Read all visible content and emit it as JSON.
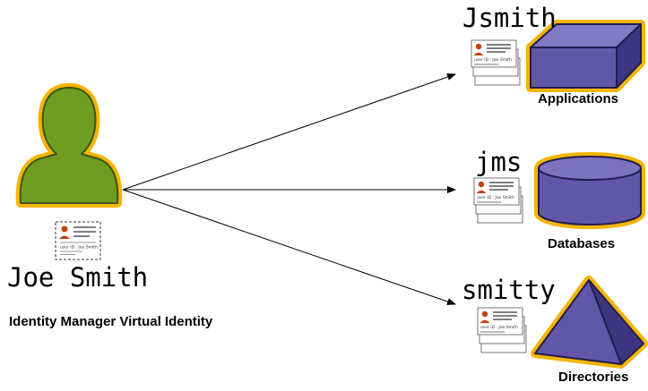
{
  "person": {
    "name": "Joe Smith",
    "caption": "Identity Manager Virtual Identity"
  },
  "id_card": {
    "text": "user ID : Joe Smith"
  },
  "targets": [
    {
      "account": "Jsmith",
      "system": "Applications",
      "icon": "box-icon"
    },
    {
      "account": "jms",
      "system": "Databases",
      "icon": "cylinder-icon"
    },
    {
      "account": "smitty",
      "system": "Directories",
      "icon": "triangle-icon"
    }
  ],
  "colors": {
    "person_fill": "#6f9d21",
    "person_outline": "#3c5514",
    "highlight": "#f4b400",
    "system_fill": "#6156a8",
    "system_shade": "#3e3680",
    "system_outline": "#231d4f",
    "avatar": "#c2410c"
  }
}
